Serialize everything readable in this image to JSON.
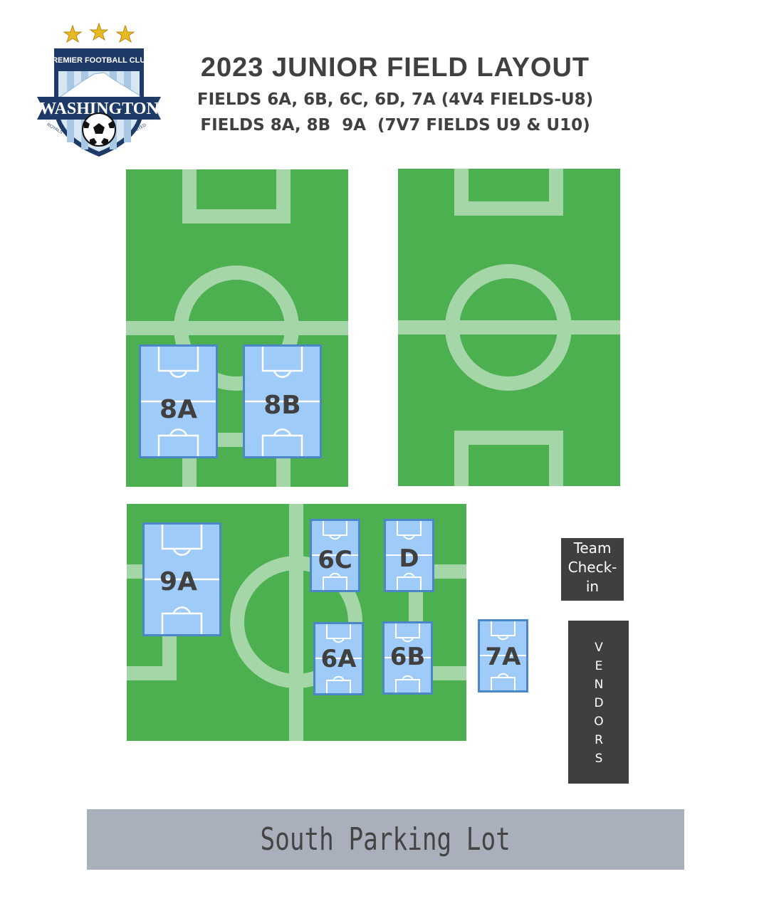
{
  "header": {
    "title": "2023 JUNIOR FIELD LAYOUT",
    "subtitle_line1": "FIELDS 6A, 6B, 6C, 6D, 7A (4V4 FIELDS-U8)",
    "subtitle_line2": "FIELDS 8A, 8B  9A  (7V7 FIELDS U9 & U10)"
  },
  "logo": {
    "top_text": "PREMIER FOOTBALL CLUB",
    "banner_text": "WASHINGTON",
    "left_text": "ROYALS",
    "right_text": "UNITED",
    "stars": 3
  },
  "fields": {
    "labels": {
      "f8a": "8A",
      "f8b": "8B",
      "f9a": "9A",
      "f6c": "6C",
      "f6d": "D",
      "f6a": "6A",
      "f6b": "6B",
      "f7a": "7A"
    }
  },
  "areas": {
    "team_checkin": "Team Check-in",
    "vendors": "VENDORS",
    "parking": "South Parking Lot"
  },
  "colors": {
    "grass": "#4caf50",
    "lines": "#a5d6a7",
    "mini_field": "#9fcbf8",
    "mini_border": "#4a86c8",
    "dark_box": "#3f3f3f",
    "parking": "#aab0bb",
    "navy": "#1d3b66"
  }
}
